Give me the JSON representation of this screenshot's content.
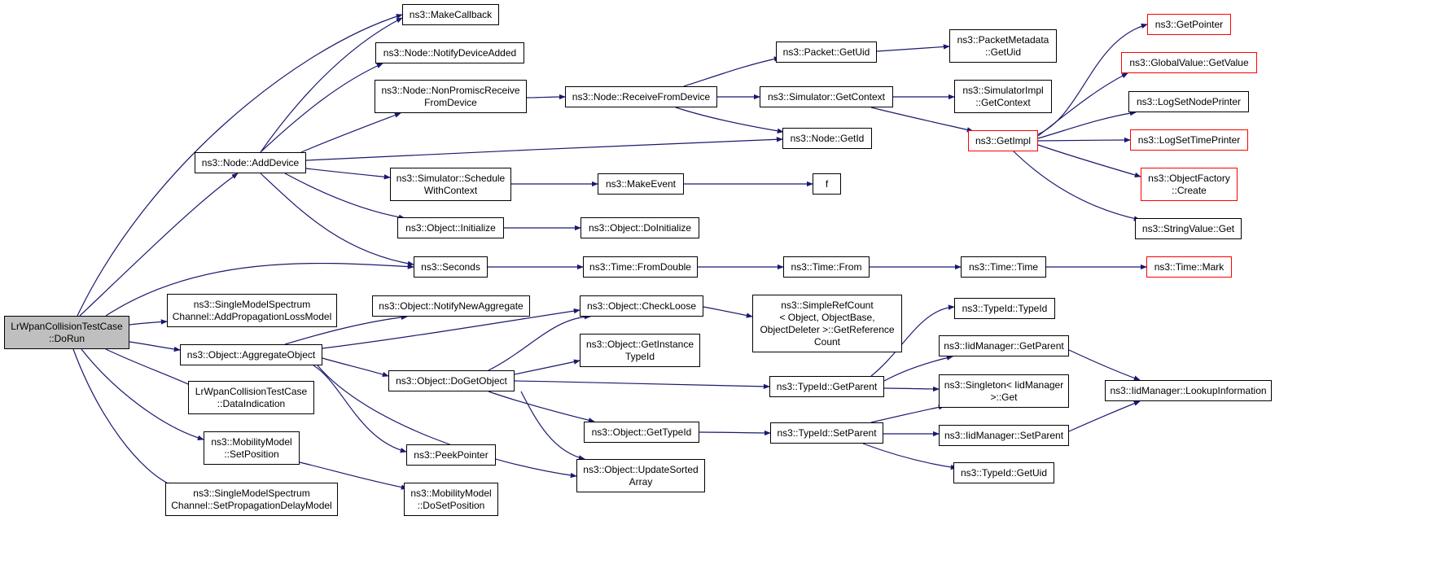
{
  "colors": {
    "edge": "#191970",
    "root_fill": "#bfbfbf",
    "node_border": "#000000",
    "external_border": "#ff0000"
  },
  "nodes": {
    "root": "LrWpanCollisionTestCase\n::DoRun",
    "make_callback": "ns3::MakeCallback",
    "notify_device_added": "ns3::Node::NotifyDeviceAdded",
    "non_promisc_receive": "ns3::Node::NonPromiscReceive\nFromDevice",
    "add_device": "ns3::Node::AddDevice",
    "receive_from_device": "ns3::Node::ReceiveFromDevice",
    "packet_get_uid": "ns3::Packet::GetUid",
    "packet_metadata_get_uid": "ns3::PacketMetadata\n::GetUid",
    "simulator_get_context": "ns3::Simulator::GetContext",
    "simulatorimpl_get_context": "ns3::SimulatorImpl\n::GetContext",
    "node_get_id": "ns3::Node::GetId",
    "get_impl": "ns3::GetImpl",
    "get_pointer": "ns3::GetPointer",
    "global_value_get_value": "ns3::GlobalValue::GetValue",
    "log_set_node_printer": "ns3::LogSetNodePrinter",
    "log_set_time_printer": "ns3::LogSetTimePrinter",
    "object_factory_create": "ns3::ObjectFactory\n::Create",
    "string_value_get": "ns3::StringValue::Get",
    "schedule_with_context": "ns3::Simulator::Schedule\nWithContext",
    "make_event": "ns3::MakeEvent",
    "f": "f",
    "object_initialize": "ns3::Object::Initialize",
    "object_do_initialize": "ns3::Object::DoInitialize",
    "seconds": "ns3::Seconds",
    "time_from_double": "ns3::Time::FromDouble",
    "time_from": "ns3::Time::From",
    "time_time": "ns3::Time::Time",
    "time_mark": "ns3::Time::Mark",
    "add_propagation_loss_model": "ns3::SingleModelSpectrum\nChannel::AddPropagationLossModel",
    "notify_new_aggregate": "ns3::Object::NotifyNewAggregate",
    "check_loose": "ns3::Object::CheckLoose",
    "simple_ref_count": "ns3::SimpleRefCount\n< Object, ObjectBase,\n ObjectDeleter >::GetReference\nCount",
    "aggregate_object": "ns3::Object::AggregateObject",
    "get_instance_type_id": "ns3::Object::GetInstance\nTypeId",
    "do_get_object": "ns3::Object::DoGetObject",
    "typeid_typeid": "ns3::TypeId::TypeId",
    "iidmanager_get_parent": "ns3::IidManager::GetParent",
    "typeid_get_parent": "ns3::TypeId::GetParent",
    "singleton_get": "ns3::Singleton< IidManager\n >::Get",
    "iidmanager_lookup": "ns3::IidManager::LookupInformation",
    "data_indication": "LrWpanCollisionTestCase\n::DataIndication",
    "object_get_type_id": "ns3::Object::GetTypeId",
    "typeid_set_parent": "ns3::TypeId::SetParent",
    "iidmanager_set_parent": "ns3::IidManager::SetParent",
    "typeid_get_uid": "ns3::TypeId::GetUid",
    "mobility_set_position": "ns3::MobilityModel\n::SetPosition",
    "peek_pointer": "ns3::PeekPointer",
    "update_sorted_array": "ns3::Object::UpdateSorted\nArray",
    "mobility_do_set_position": "ns3::MobilityModel\n::DoSetPosition",
    "set_propagation_delay_model": "ns3::SingleModelSpectrum\nChannel::SetPropagationDelayModel"
  }
}
